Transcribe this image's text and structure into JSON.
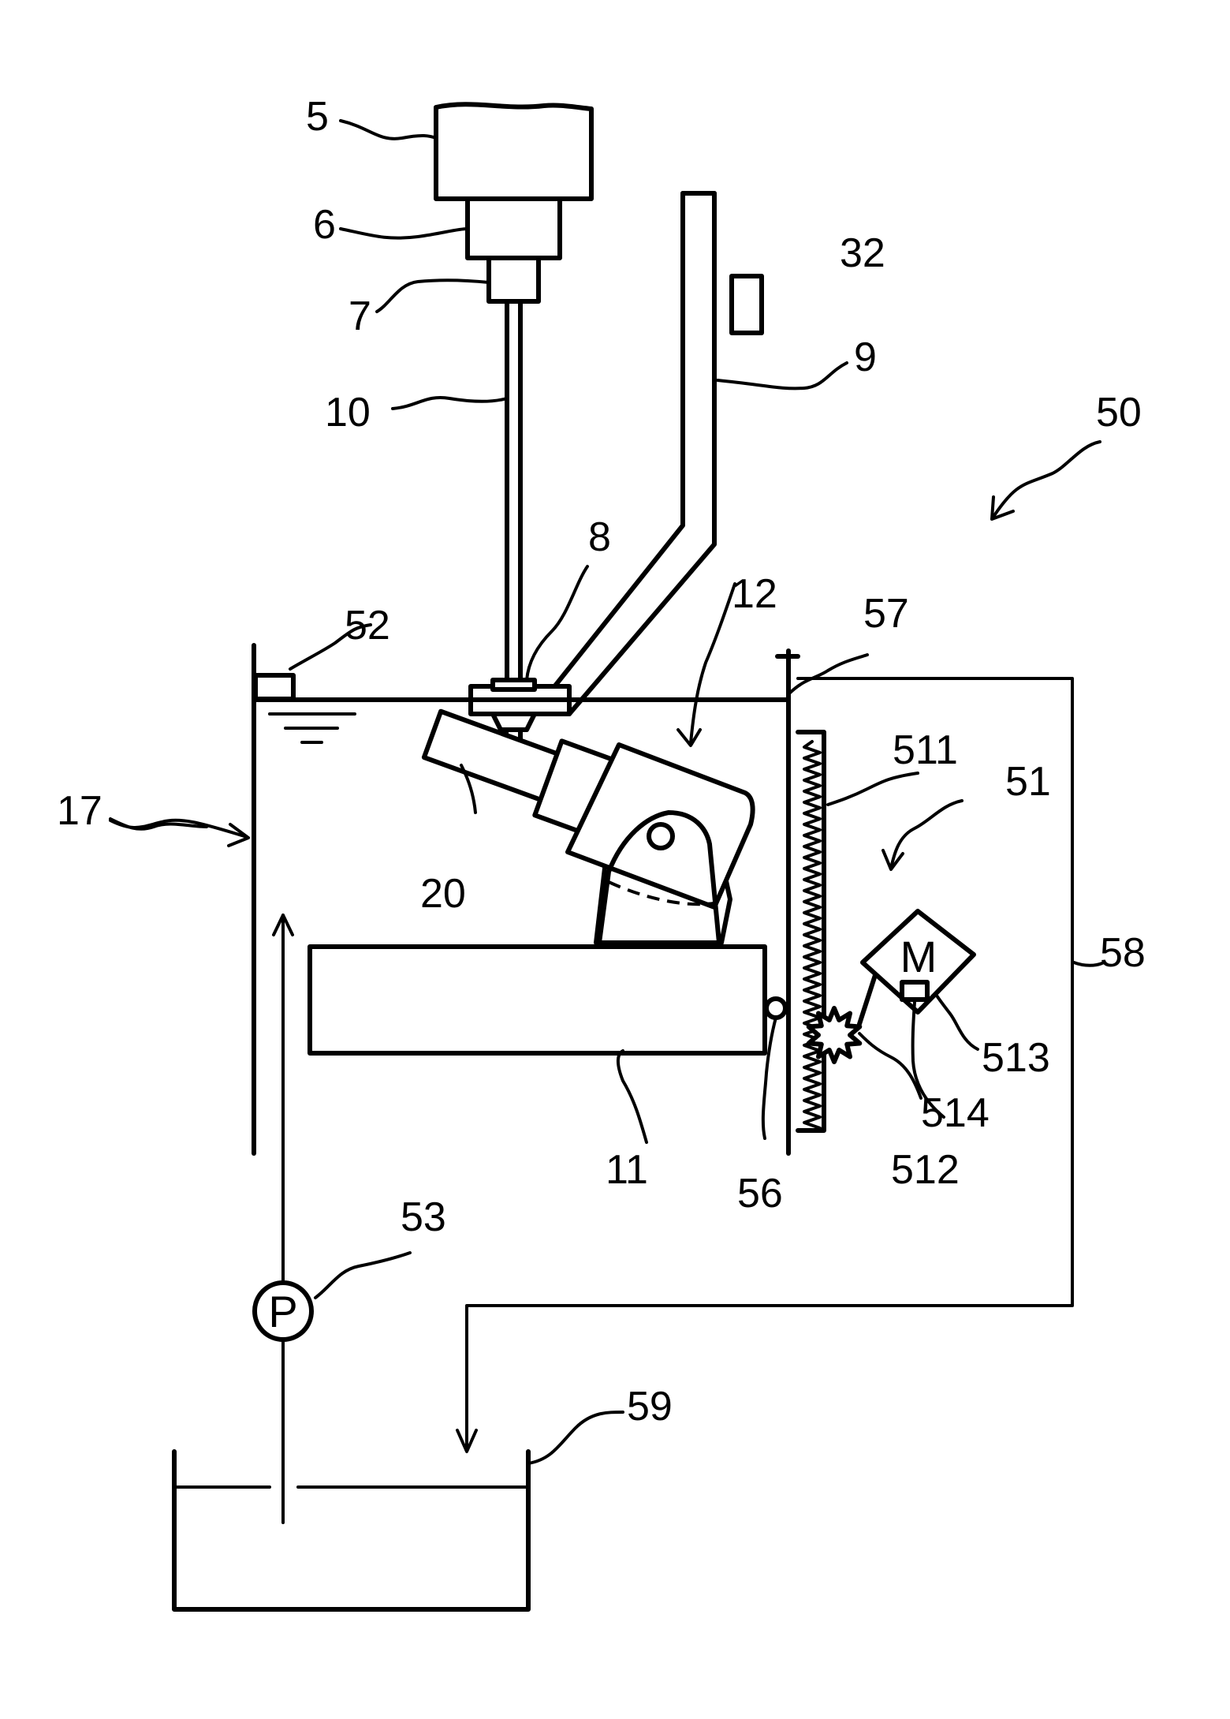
{
  "reference_numerals": {
    "r5": "5",
    "r6": "6",
    "r7": "7",
    "r8": "8",
    "r9": "9",
    "r10": "10",
    "r11": "11",
    "r12": "12",
    "r17": "17",
    "r20": "20",
    "r32": "32",
    "r50": "50",
    "r51": "51",
    "r52": "52",
    "r53": "53",
    "r56": "56",
    "r57": "57",
    "r58": "58",
    "r59": "59",
    "r511": "511",
    "r512": "512",
    "r513": "513",
    "r514": "514"
  },
  "symbols": {
    "pump": "P",
    "motor": "M"
  }
}
